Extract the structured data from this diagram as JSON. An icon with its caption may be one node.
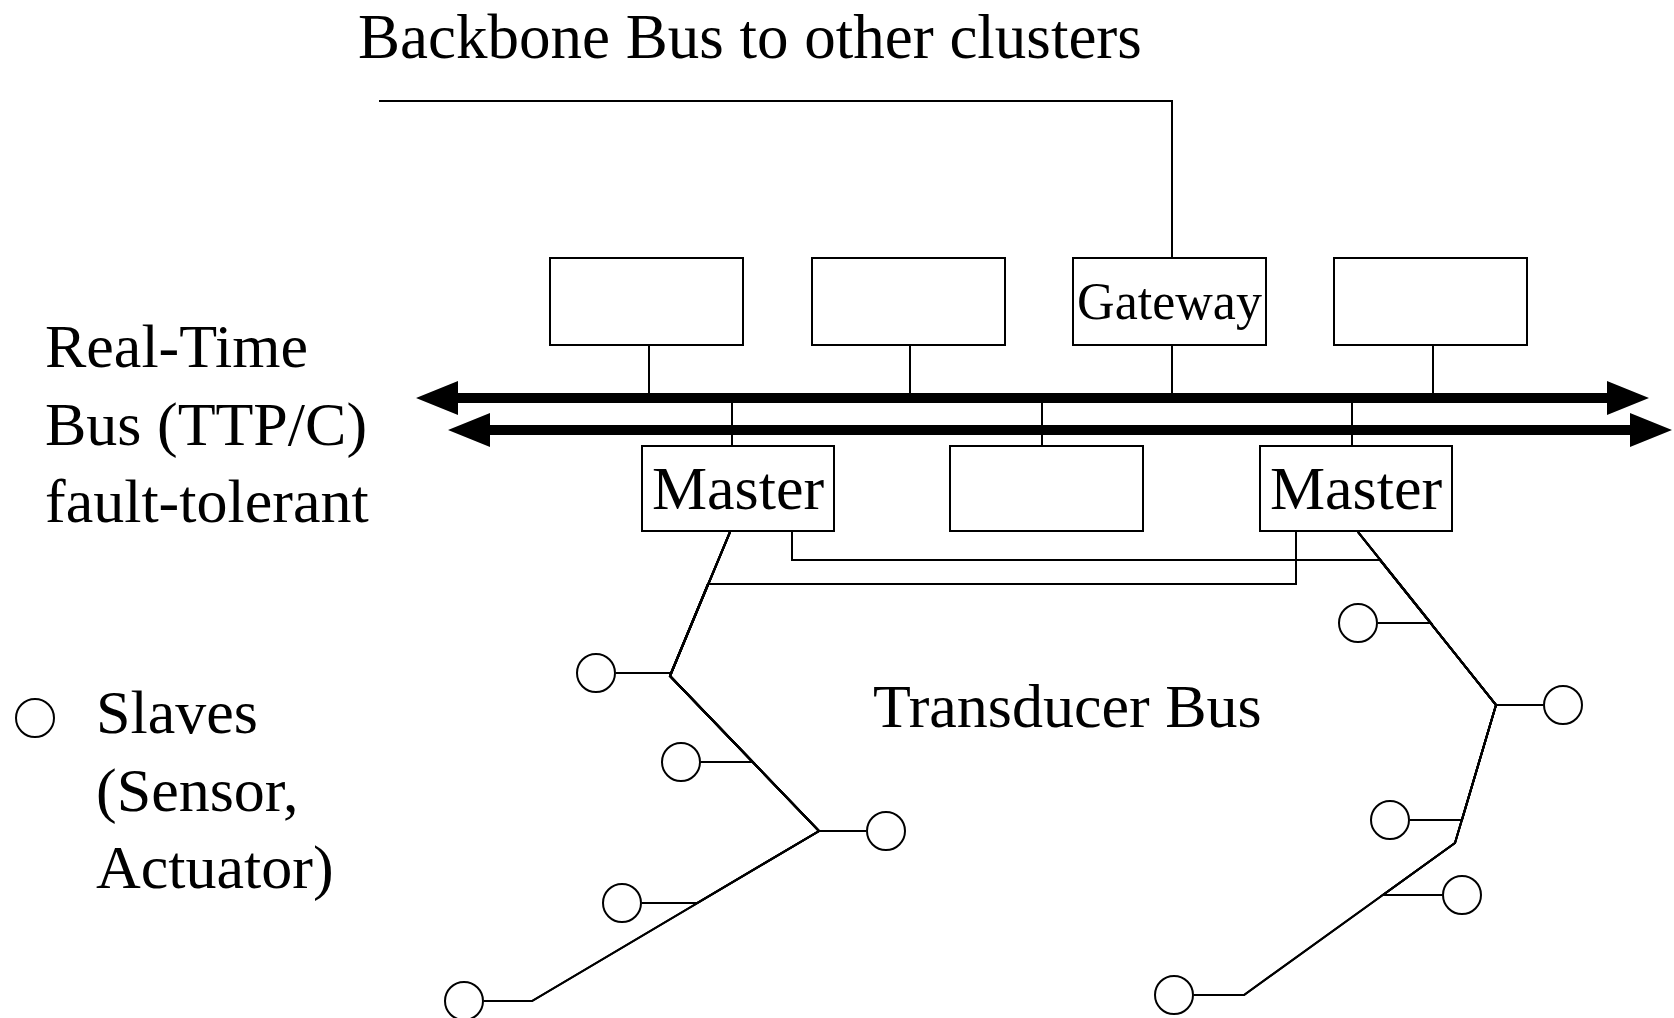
{
  "diagram": {
    "nodes": [
      {
        "text": [],
        "shape": "box"
      },
      {
        "text": [],
        "shape": "box"
      },
      {
        "text": [
          "Gateway"
        ]
      },
      {
        "text": [],
        "shape": "box"
      },
      {
        "text": [],
        "shape": "bar"
      },
      {
        "text": [],
        "shape": "bar"
      },
      {
        "text": [
          "Master"
        ]
      },
      {
        "text": [],
        "shape": "box"
      },
      {
        "text": [
          "Master"
        ]
      },
      {
        "text": [],
        "shape": "circle"
      },
      {
        "text": [],
        "shape": "circle"
      },
      {
        "text": [],
        "shape": "circle"
      },
      {
        "text": [],
        "shape": "circle"
      },
      {
        "text": [],
        "shape": "circle"
      },
      {
        "text": [],
        "shape": "circle"
      },
      {
        "text": [],
        "shape": "circle"
      },
      {
        "text": [],
        "shape": "circle"
      },
      {
        "text": [],
        "shape": "circle"
      },
      {
        "text": [],
        "shape": "circle"
      }
    ],
    "edges": [
      {
        "from": 2,
        "to": null,
        "arrow": "none"
      },
      {
        "from": 0,
        "to": 4,
        "arrow": "none"
      },
      {
        "from": 1,
        "to": 4,
        "arrow": "none"
      },
      {
        "from": 2,
        "to": 4,
        "arrow": "none"
      },
      {
        "from": 3,
        "to": 4,
        "arrow": "none"
      },
      {
        "from": 6,
        "to": 4,
        "arrow": "none"
      },
      {
        "from": 7,
        "to": 4,
        "arrow": "none"
      },
      {
        "from": 8,
        "to": 4,
        "arrow": "none"
      },
      {
        "from": 6,
        "to": 9,
        "arrow": "none"
      },
      {
        "from": 6,
        "to": 10,
        "arrow": "none"
      },
      {
        "from": 6,
        "to": 11,
        "arrow": "none"
      },
      {
        "from": 6,
        "to": 12,
        "arrow": "none"
      },
      {
        "from": 6,
        "to": 13,
        "arrow": "none"
      },
      {
        "from": 6,
        "to": 14,
        "arrow": "none"
      },
      {
        "from": 6,
        "to": 15,
        "arrow": "none"
      },
      {
        "from": 6,
        "to": 16,
        "arrow": "none"
      },
      {
        "from": 6,
        "to": 17,
        "arrow": "none"
      },
      {
        "from": 6,
        "to": 18,
        "arrow": "none"
      },
      {
        "from": 8,
        "to": 9,
        "arrow": "none"
      },
      {
        "from": 8,
        "to": 10,
        "arrow": "none"
      },
      {
        "from": 8,
        "to": 11,
        "arrow": "none"
      },
      {
        "from": 8,
        "to": 12,
        "arrow": "none"
      },
      {
        "from": 8,
        "to": 13,
        "arrow": "none"
      },
      {
        "from": 8,
        "to": 14,
        "arrow": "none"
      },
      {
        "from": 8,
        "to": 15,
        "arrow": "none"
      },
      {
        "from": 8,
        "to": 16,
        "arrow": "none"
      },
      {
        "from": 8,
        "to": 17,
        "arrow": "none"
      },
      {
        "from": 8,
        "to": 18,
        "arrow": "none"
      }
    ],
    "labels": [
      "Backbone Bus to other clusters",
      "Real-Time Bus (TTP/C) fault-tolerant",
      "Transducer Bus"
    ],
    "legend": [
      {
        "text": "Slaves (Sensor, Actuator)"
      }
    ]
  }
}
